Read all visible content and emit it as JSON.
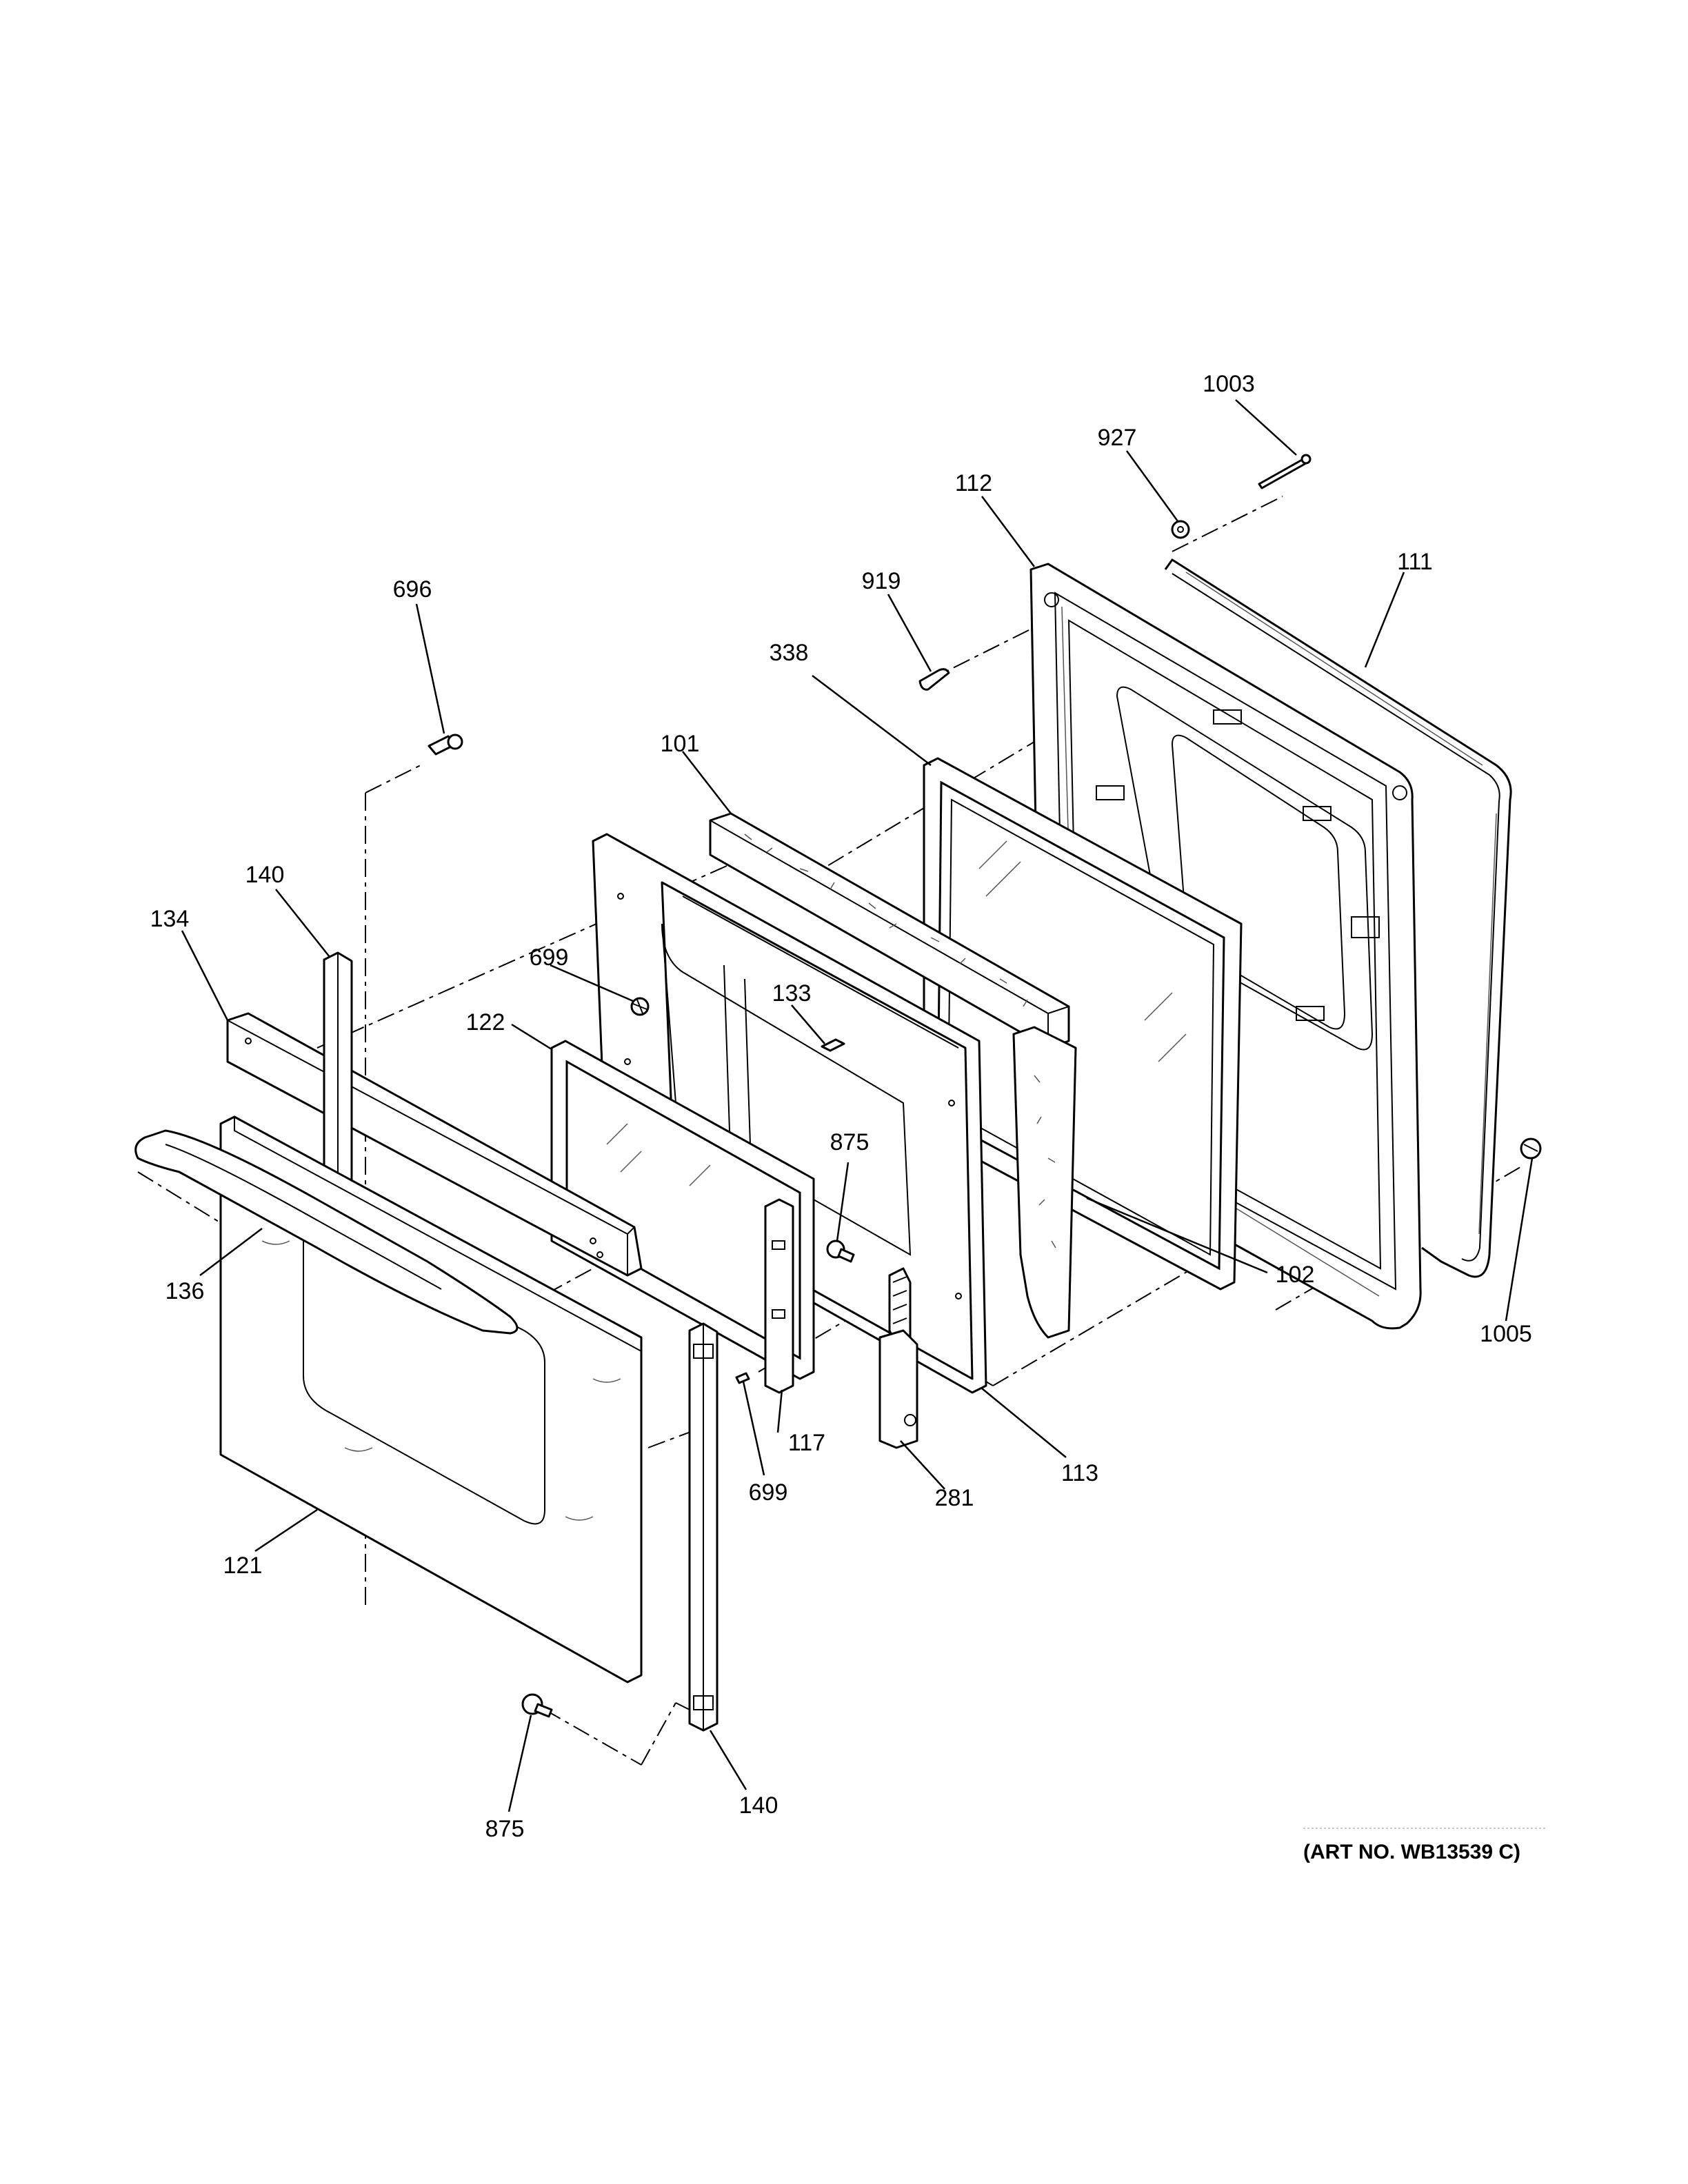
{
  "diagram": {
    "art_number": "(ART NO. WB13539 C)",
    "callouts": [
      {
        "id": "c1003",
        "label": "1003"
      },
      {
        "id": "c927",
        "label": "927"
      },
      {
        "id": "c112",
        "label": "112"
      },
      {
        "id": "c111",
        "label": "111"
      },
      {
        "id": "c919",
        "label": "919"
      },
      {
        "id": "c338",
        "label": "338"
      },
      {
        "id": "c696",
        "label": "696"
      },
      {
        "id": "c101",
        "label": "101"
      },
      {
        "id": "c140a",
        "label": "140"
      },
      {
        "id": "c134",
        "label": "134"
      },
      {
        "id": "c699a",
        "label": "699"
      },
      {
        "id": "c133",
        "label": "133"
      },
      {
        "id": "c122",
        "label": "122"
      },
      {
        "id": "c875a",
        "label": "875"
      },
      {
        "id": "c1005",
        "label": "1005"
      },
      {
        "id": "c136",
        "label": "136"
      },
      {
        "id": "c102",
        "label": "102"
      },
      {
        "id": "c117",
        "label": "117"
      },
      {
        "id": "c699b",
        "label": "699"
      },
      {
        "id": "c113",
        "label": "113"
      },
      {
        "id": "c281",
        "label": "281"
      },
      {
        "id": "c121",
        "label": "121"
      },
      {
        "id": "c875b",
        "label": "875"
      },
      {
        "id": "c140b",
        "label": "140"
      }
    ]
  }
}
